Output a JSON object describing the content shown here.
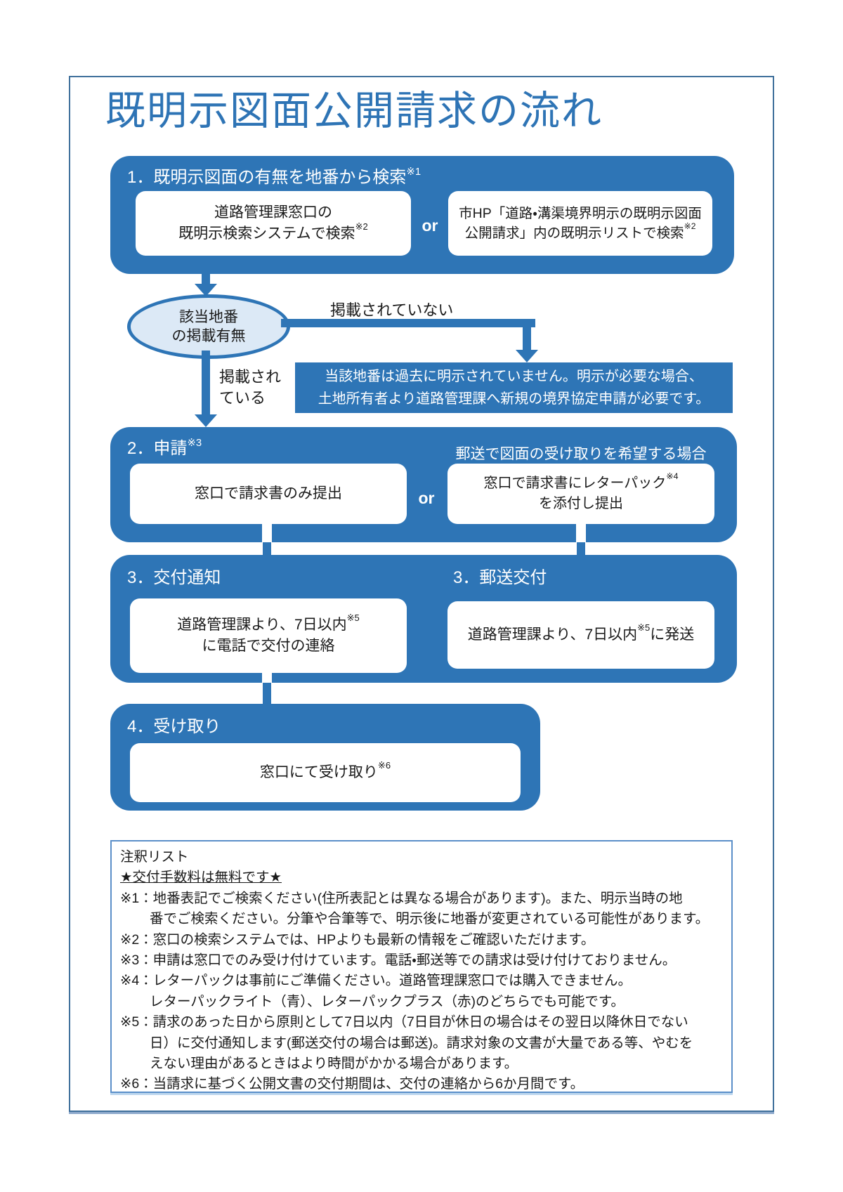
{
  "page": {
    "title": "既明示図面公開請求の流れ"
  },
  "colors": {
    "primary": "#2E75B6",
    "title": "#2E74B5",
    "ellipse_fill": "#DCE9F6",
    "frame": "#41719C"
  },
  "section1": {
    "header": "1．既明示図面の有無を地番から検索",
    "header_sup": "※1",
    "left_box_line1": "道路管理課窓口の",
    "left_box_line2": "既明示検索システムで検索",
    "left_box_sup": "※2",
    "or": "or",
    "right_box_line1": "市HP「道路・溝渠境界明示の既明示図面",
    "right_box_line2": "公開請求」内の既明示リストで検索",
    "right_box_sup": "※2"
  },
  "decision": {
    "ellipse_line1": "該当地番",
    "ellipse_line2": "の掲載有無",
    "no_label": "掲載されていない",
    "yes_label_line1": "掲載され",
    "yes_label_line2": "ている",
    "no_result_line1": "当該地番は過去に明示されていません。明示が必要な場合、",
    "no_result_line2": "土地所有者より道路管理課へ新規の境界協定申請が必要です。"
  },
  "section2": {
    "header": "2．申請",
    "header_sup": "※3",
    "mail_note": "郵送で図面の受け取りを希望する場合",
    "left_box": "窓口で請求書のみ提出",
    "or": "or",
    "right_box_line1": "窓口で請求書にレターパック",
    "right_box_sup": "※4",
    "right_box_line2": "を添付し提出"
  },
  "section3_left": {
    "header": "3．交付通知",
    "box_line1": "道路管理課より、7日以内",
    "box_sup": "※5",
    "box_line2": "に電話で交付の連絡"
  },
  "section3_right": {
    "header": "3．郵送交付",
    "box_line1": "道路管理課より、7日以内",
    "box_sup": "※5",
    "box_line2": "に発送"
  },
  "section4": {
    "header": "4．受け取り",
    "box": "窓口にて受け取り",
    "box_sup": "※6"
  },
  "notes": {
    "title": "注釈リスト",
    "free": "★交付手数料は無料です★",
    "lines": [
      "※1：地番表記でご検索ください(住所表記とは異なる場合があります)。また、明示当時の地",
      "番でご検索ください。分筆や合筆等で、明示後に地番が変更されている可能性があります。",
      "※2：窓口の検索システムでは、HPよりも最新の情報をご確認いただけます。",
      "※3：申請は窓口でのみ受け付けています。電話・郵送等での請求は受け付けておりません。",
      "※4：レターパックは事前にご準備ください。道路管理課窓口では購入できません。",
      "レターパックライト（青）、レターパックプラス（赤)のどちらでも可能です。",
      "※5：請求のあった日から原則として7日以内（7日目が休日の場合はその翌日以降休日でない",
      "日）に交付通知します(郵送交付の場合は郵送)。請求対象の文書が大量である等、やむを",
      "えない理由があるときはより時間がかかる場合があります。",
      "※6：当請求に基づく公開文書の交付期間は、交付の連絡から6か月間です。"
    ]
  }
}
